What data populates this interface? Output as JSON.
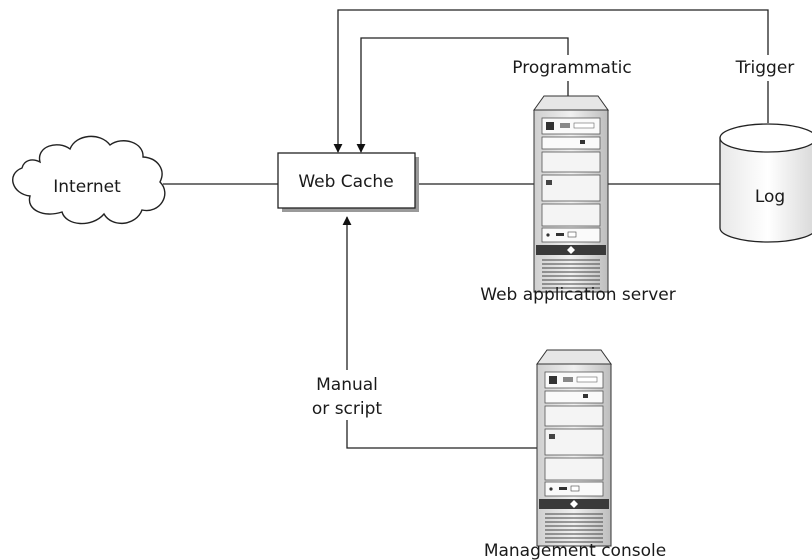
{
  "diagram": {
    "nodes": {
      "internet": "Internet",
      "web_cache": "Web Cache",
      "log": "Log",
      "web_app_server": "Web application server",
      "management_console": "Management console"
    },
    "edges": {
      "programmatic": "Programmatic",
      "trigger": "Trigger",
      "manual_line1": "Manual",
      "manual_line2": "or script"
    }
  }
}
